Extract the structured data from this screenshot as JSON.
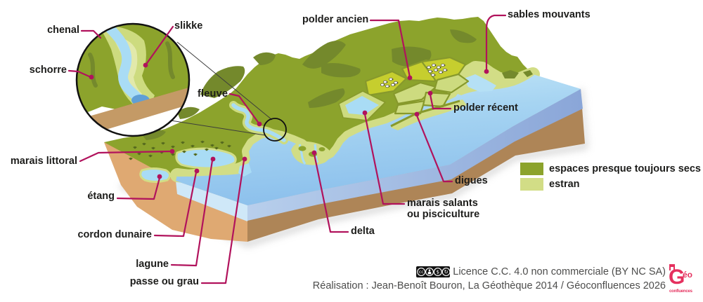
{
  "labels": {
    "chenal": "chenal",
    "slikke": "slikke",
    "schorre": "schorre",
    "fleuve": "fleuve",
    "polder_ancien": "polder ancien",
    "sables_mouvants": "sables mouvants",
    "polder_recent": "polder récent",
    "marais_littoral": "marais littoral",
    "etang": "étang",
    "cordon_dunaire": "cordon dunaire",
    "lagune": "lagune",
    "passe_ou_grau": "passe ou grau",
    "delta": "delta",
    "digues": "digues",
    "marais_salants_l1": "marais salants",
    "marais_salants_l2": "ou pisciculture"
  },
  "legend": {
    "items": [
      {
        "label": "espaces presque toujours secs",
        "color": "#8ca32c"
      },
      {
        "label": "estran",
        "color": "#d2dd86"
      }
    ]
  },
  "footer": {
    "license": "Licence C.C. 4.0 non commerciale (BY NC SA)",
    "credit": "Réalisation : Jean-Benoît Bouron, La Géothèque 2014 / Géoconfluences 2026"
  },
  "logo": {
    "g": "G",
    "eo": "éo",
    "confluences": "confluences"
  },
  "colors": {
    "dry_land": "#8ca32c",
    "dark_relief": "#74892c",
    "estran": "#d2dd86",
    "polder_ancien": "#c6ce2e",
    "polder_recent": "#cddb7f",
    "sea_light": "#c6e8f9",
    "sea_deep": "#8cc0ec",
    "inland_water": "#a9dcf5",
    "sand_face": "#dfa972",
    "rock_face": "#ae8557",
    "water_face": "#9db8e0",
    "annotation": "#b1125c"
  }
}
